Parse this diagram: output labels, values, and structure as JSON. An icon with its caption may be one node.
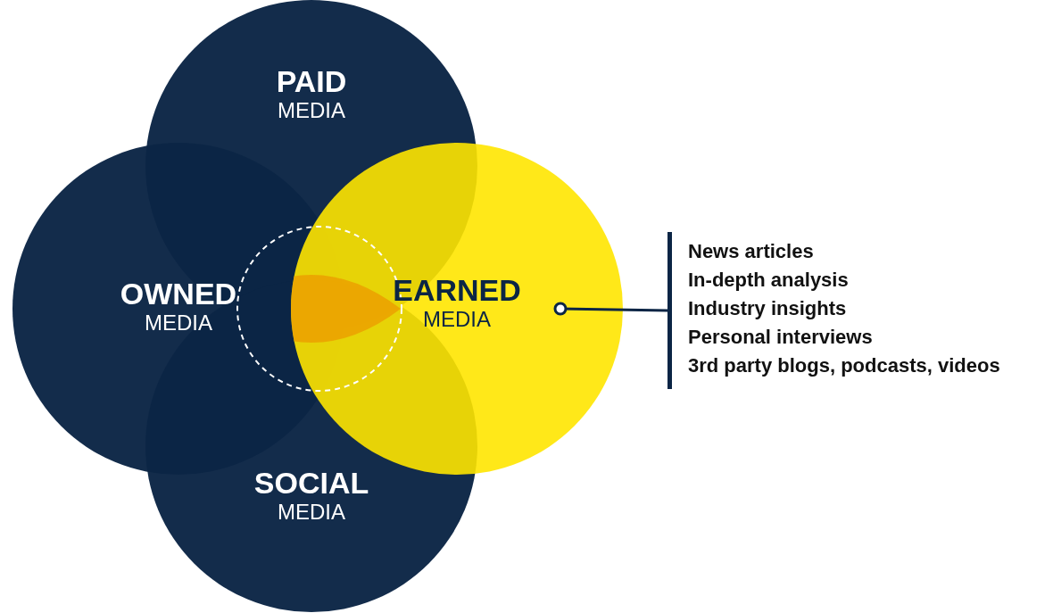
{
  "diagram": {
    "nodes": [
      {
        "text": [
          "PAID",
          "MEDIA"
        ]
      },
      {
        "text": [
          "OWNED",
          "MEDIA"
        ]
      },
      {
        "text": [
          "EARNED",
          "MEDIA"
        ]
      },
      {
        "text": [
          "SOCIAL",
          "MEDIA"
        ]
      },
      {
        "text": [
          "News articles",
          "In-depth analysis",
          "Industry insights",
          "Personal interviews",
          "3rd party blogs, podcasts, videos"
        ]
      }
    ],
    "edges": [
      {
        "from": 2,
        "to": 4,
        "arrow": "other"
      }
    ]
  }
}
